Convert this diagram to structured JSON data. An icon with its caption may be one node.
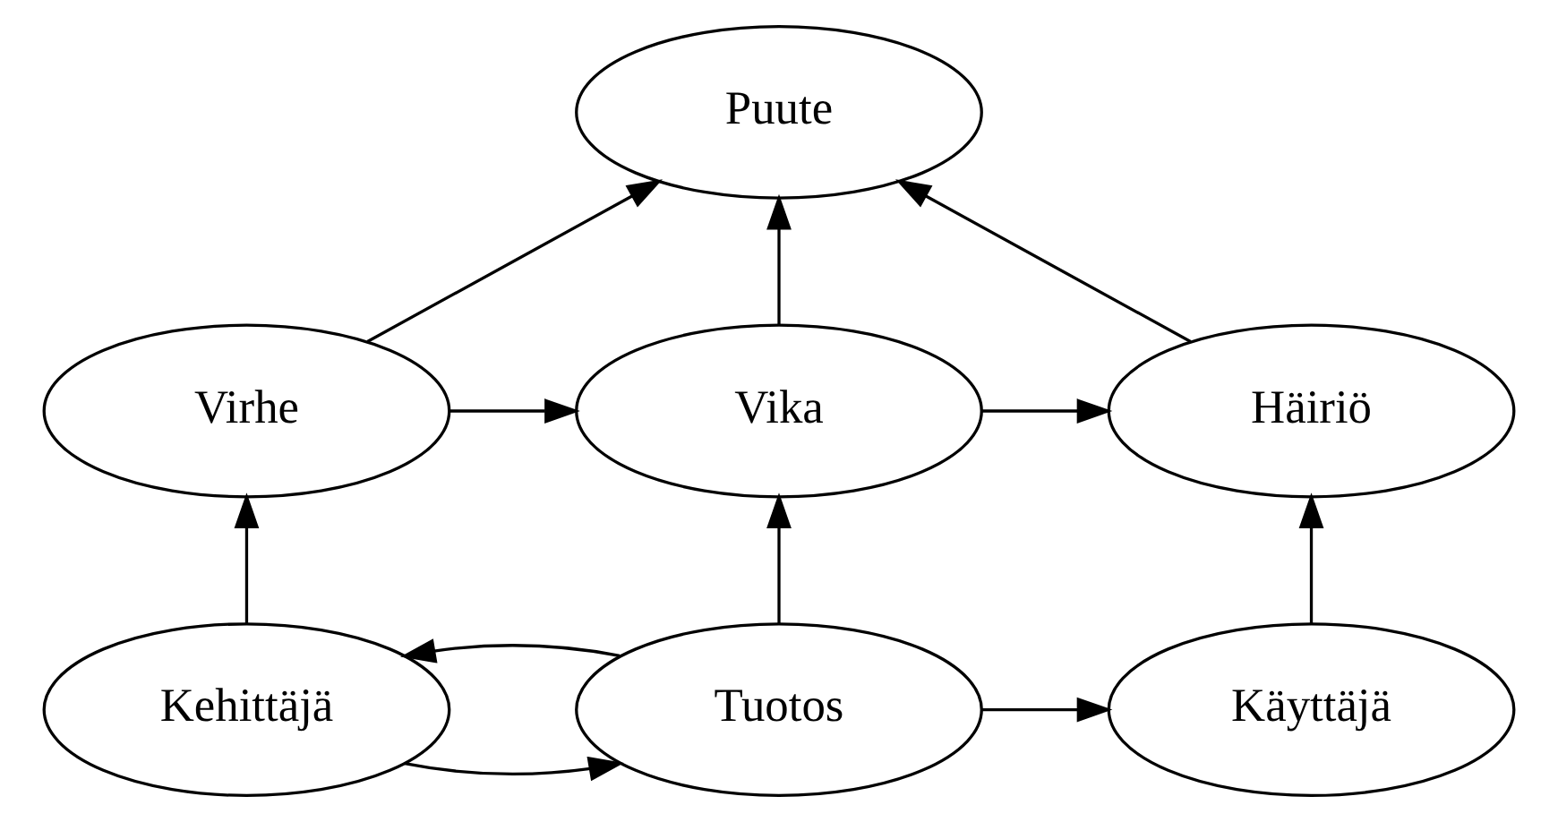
{
  "diagram": {
    "nodes": [
      {
        "text": [
          "Puute"
        ]
      },
      {
        "text": [
          "Virhe"
        ]
      },
      {
        "text": [
          "Vika"
        ]
      },
      {
        "text": [
          "Häiriö"
        ]
      },
      {
        "text": [
          "Kehittäjä"
        ]
      },
      {
        "text": [
          "Tuotos"
        ]
      },
      {
        "text": [
          "Käyttäjä"
        ]
      }
    ],
    "edges": [
      {
        "from": 1,
        "to": 0,
        "arrow": "to"
      },
      {
        "from": 2,
        "to": 0,
        "arrow": "to"
      },
      {
        "from": 3,
        "to": 0,
        "arrow": "to"
      },
      {
        "from": 1,
        "to": 2,
        "arrow": "to"
      },
      {
        "from": 2,
        "to": 3,
        "arrow": "to"
      },
      {
        "from": 4,
        "to": 1,
        "arrow": "to"
      },
      {
        "from": 5,
        "to": 2,
        "arrow": "to"
      },
      {
        "from": 6,
        "to": 3,
        "arrow": "to"
      },
      {
        "from": 5,
        "to": 4,
        "arrow": "to"
      },
      {
        "from": 4,
        "to": 5,
        "arrow": "to"
      },
      {
        "from": 5,
        "to": 6,
        "arrow": "to"
      }
    ]
  }
}
